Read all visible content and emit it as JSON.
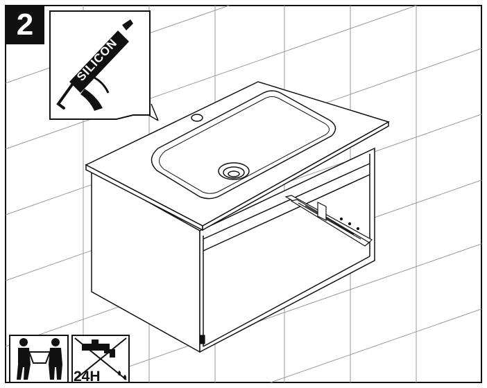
{
  "step": {
    "number": "2"
  },
  "tool_callout": {
    "label": "SILICON",
    "icon": "silicone-caulking-gun-icon"
  },
  "icons": {
    "two_person": "two-person-lift-icon",
    "no_water": "no-water-24h-icon",
    "no_water_label": "24H"
  },
  "colors": {
    "line": "#111111",
    "tile": "#9a9a9a",
    "background": "#ffffff"
  }
}
